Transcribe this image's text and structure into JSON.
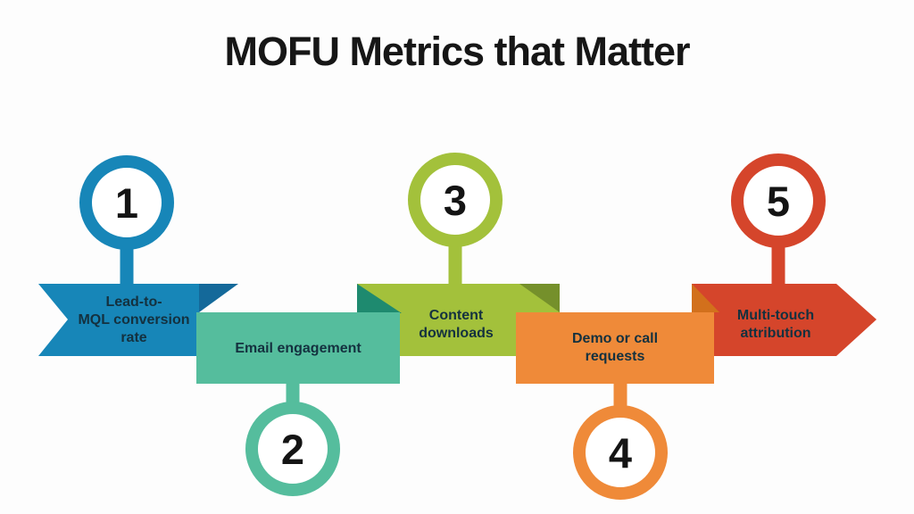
{
  "title": "MOFU Metrics that Matter",
  "colors": {
    "background": "#fdfdfd",
    "title_text": "#161616",
    "banner_label_text": "#14313f",
    "number_text": "#141414"
  },
  "items": [
    {
      "number": "1",
      "label": "Lead-to-\nMQL conversion\nrate",
      "color": "#1786b8",
      "fold_color": "#14699a",
      "shape": "ribbon-left-notch",
      "number_position": "above"
    },
    {
      "number": "2",
      "label": "Email engagement",
      "color": "#55bd9d",
      "fold_color": "#1e8a6f",
      "shape": "rectangle",
      "number_position": "below"
    },
    {
      "number": "3",
      "label": "Content\ndownloads",
      "color": "#a3c13b",
      "fold_color": "#75902b",
      "shape": "rectangle",
      "number_position": "above"
    },
    {
      "number": "4",
      "label": "Demo or call\nrequests",
      "color": "#ef8a39",
      "fold_color": "#d2701c",
      "shape": "rectangle",
      "number_position": "below"
    },
    {
      "number": "5",
      "label": "Multi-touch\nattribution",
      "color": "#d5452b",
      "shape": "arrow-right",
      "number_position": "above"
    }
  ]
}
